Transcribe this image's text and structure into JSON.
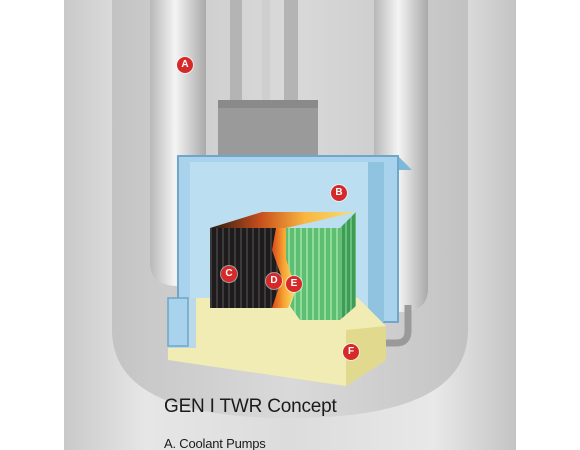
{
  "colors": {
    "marker": "#d62a2a",
    "water": "#a8d4ec",
    "fuel_burnt": "#1c1a1a",
    "fuel_fresh": "#5cbf72",
    "burn_wave": "#f7a332",
    "shield": "#efeaaf",
    "vessel": "#d8d8d8"
  },
  "markers": [
    {
      "id": "A",
      "label": "A"
    },
    {
      "id": "B",
      "label": "B"
    },
    {
      "id": "C",
      "label": "C"
    },
    {
      "id": "D",
      "label": "D"
    },
    {
      "id": "E",
      "label": "E"
    },
    {
      "id": "F",
      "label": "F"
    }
  ],
  "caption": {
    "title": "GEN I TWR Concept",
    "items": [
      "A. Coolant Pumps"
    ]
  }
}
